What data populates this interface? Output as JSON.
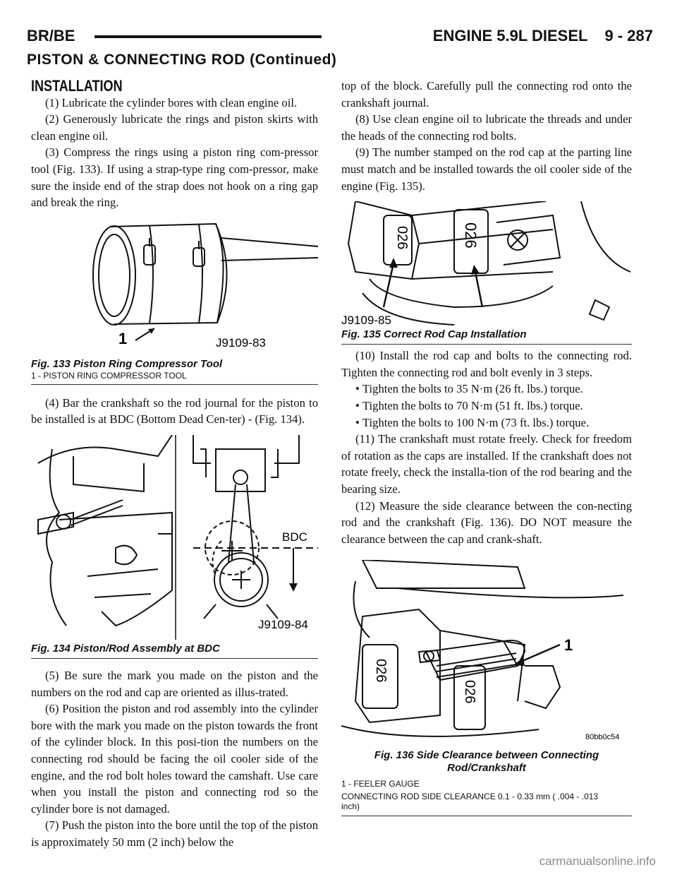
{
  "header": {
    "left": "BR/BE",
    "right": "ENGINE 5.9L DIESEL    9 - 287"
  },
  "continued_title": "PISTON & CONNECTING ROD (Continued)",
  "section_title": "INSTALLATION",
  "left_column": {
    "p1": "(1) Lubricate the cylinder bores with clean engine oil.",
    "p2": "(2) Generously lubricate the rings and piston skirts with clean engine oil.",
    "p3": "(3) Compress the rings using a piston ring com-pressor tool (Fig. 133). If using a strap-type ring com-pressor, make sure the inside end of the strap does not hook on a ring gap and break the ring.",
    "p4": "(4) Bar the crankshaft so the rod journal for the piston to be installed is at BDC (Bottom Dead Cen-ter) - (Fig. 134).",
    "p5": "(5) Be sure the mark you made on the piston and the numbers on the rod and cap are oriented as illus-trated.",
    "p6": "(6) Position the piston and rod assembly into the cylinder bore with the mark you made on the piston towards the front of the cylinder block. In this posi-tion the numbers on the connecting rod should be facing the oil cooler side of the engine, and the rod bolt holes toward the camshaft. Use care when you install the piston and connecting rod so the cylinder bore is not damaged.",
    "p7": "(7) Push the piston into the bore until the top of the piston is approximately 50 mm (2 inch) below the"
  },
  "right_column": {
    "p7_cont": "top of the block. Carefully pull the connecting rod onto the crankshaft journal.",
    "p8": "(8) Use clean engine oil to lubricate the threads and under the heads of the connecting rod bolts.",
    "p9": "(9) The number stamped on the rod cap at the parting line must match and be installed towards the oil cooler side of the engine (Fig. 135).",
    "p10": "(10) Install the rod cap and bolts to the connecting rod. Tighten the connecting rod and bolt evenly in 3 steps.",
    "bullets": [
      "Tighten the bolts to 35 N·m (26 ft. lbs.) torque.",
      "Tighten the bolts to 70 N·m (51 ft. lbs.) torque.",
      "Tighten the bolts to 100 N·m (73 ft. lbs.) torque."
    ],
    "bullet_mark": "•",
    "p11": "(11) The crankshaft must rotate freely. Check for freedom of rotation as the caps are installed. If the crankshaft does not rotate freely, check the installa-tion of the rod bearing and the bearing size.",
    "p12": "(12) Measure the side clearance between the con-necting rod and the crankshaft (Fig. 136). DO NOT measure the clearance between the cap and crank-shaft."
  },
  "figures": {
    "fig133": {
      "caption": "Fig. 133 Piston Ring Compressor Tool",
      "legend": "1 - PISTON RING COMPRESSOR TOOL",
      "callout": "1",
      "code": "J9109-83"
    },
    "fig134": {
      "caption": "Fig. 134 Piston/Rod Assembly at BDC",
      "label": "BDC",
      "code": "J9109-84"
    },
    "fig135": {
      "caption": "Fig. 135 Correct Rod Cap Installation",
      "stamp_left": "026",
      "stamp_right": "026",
      "code": "J9109-85"
    },
    "fig136": {
      "caption": "Fig. 136 Side Clearance between Connecting Rod/Crankshaft",
      "legend1": "1 - FEELER GAUGE",
      "legend2": "CONNECTING ROD SIDE CLEARANCE 0.1 - 0.33 mm ( .004 - .013 inch)",
      "callout": "1",
      "stamp_left": "026",
      "stamp_right": "026",
      "code": "80bb0c54"
    }
  },
  "watermark": "carmanualsonline.info"
}
